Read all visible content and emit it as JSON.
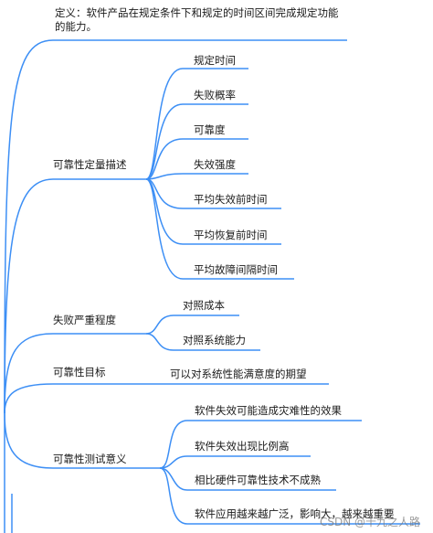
{
  "definition": "定义：软件产品在规定条件下和规定的时间区间完成规定功能的能力。",
  "branches": [
    {
      "label": "可靠性定量描述",
      "children": [
        "规定时间",
        "失败概率",
        "可靠度",
        "失效强度",
        "平均失效前时间",
        "平均恢复前时间",
        "平均故障间隔时间"
      ]
    },
    {
      "label": "失败严重程度",
      "children": [
        "对照成本",
        "对照系统能力"
      ]
    },
    {
      "label": "可靠性目标",
      "children": [
        "可以对系统性能满意度的期望"
      ]
    },
    {
      "label": "可靠性测试意义",
      "children": [
        "软件失效可能造成灾难性的效果",
        "软件失效出现比例高",
        "相比硬件可靠性技术不成熟",
        "软件应用越来越广泛，影响大，越来越重要"
      ]
    }
  ],
  "watermark": "CSDN @十九之人路",
  "colors": {
    "edge": "#3d8ff5"
  }
}
